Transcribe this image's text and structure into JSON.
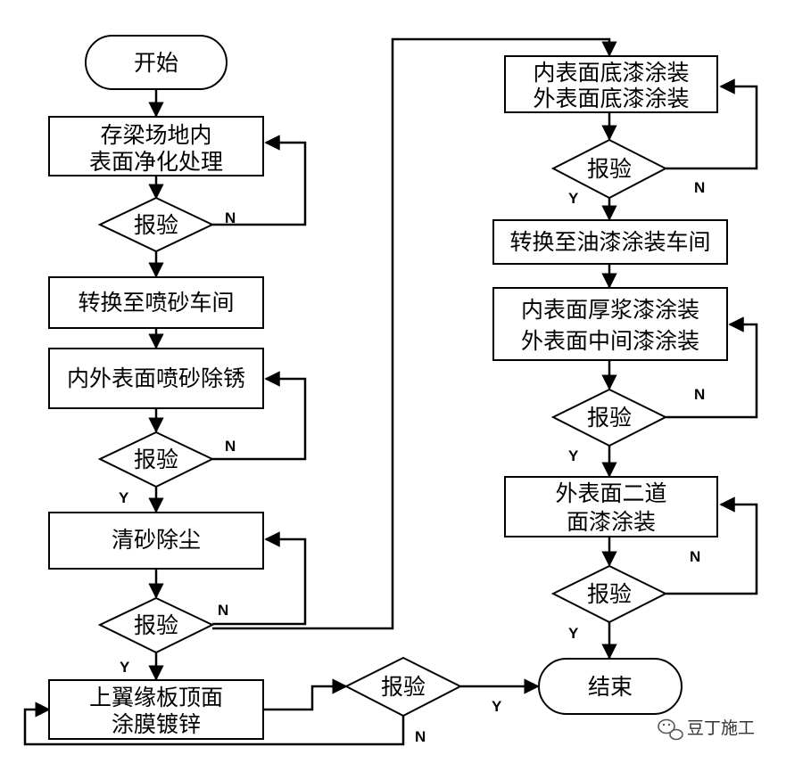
{
  "nodes": {
    "start": "开始",
    "clean_l1": "存梁场地内",
    "clean_l2": "表面净化处理",
    "inspect_1": "报验",
    "to_blast": "转换至喷砂车间",
    "blast": "内外表面喷砂除锈",
    "inspect_2": "报验",
    "dust": "清砂除尘",
    "inspect_3": "报验",
    "zinc_l1": "上翼缘板顶面",
    "zinc_l2": "涂膜镀锌",
    "inspect_zinc": "报验",
    "primer_l1": "内表面底漆涂装",
    "primer_l2": "外表面底漆涂装",
    "inspect_4": "报验",
    "to_paint": "转换至油漆涂装车间",
    "mid_l1": "内表面厚浆漆涂装",
    "mid_l2": "外表面中间漆涂装",
    "inspect_5": "报验",
    "top_l1": "外表面二道",
    "top_l2": "面漆涂装",
    "inspect_6": "报验",
    "end": "结束"
  },
  "labels": {
    "no": "N",
    "yes": "Y"
  },
  "watermark": {
    "text": "豆丁施工",
    "icon": "chat-bubble-icon"
  }
}
